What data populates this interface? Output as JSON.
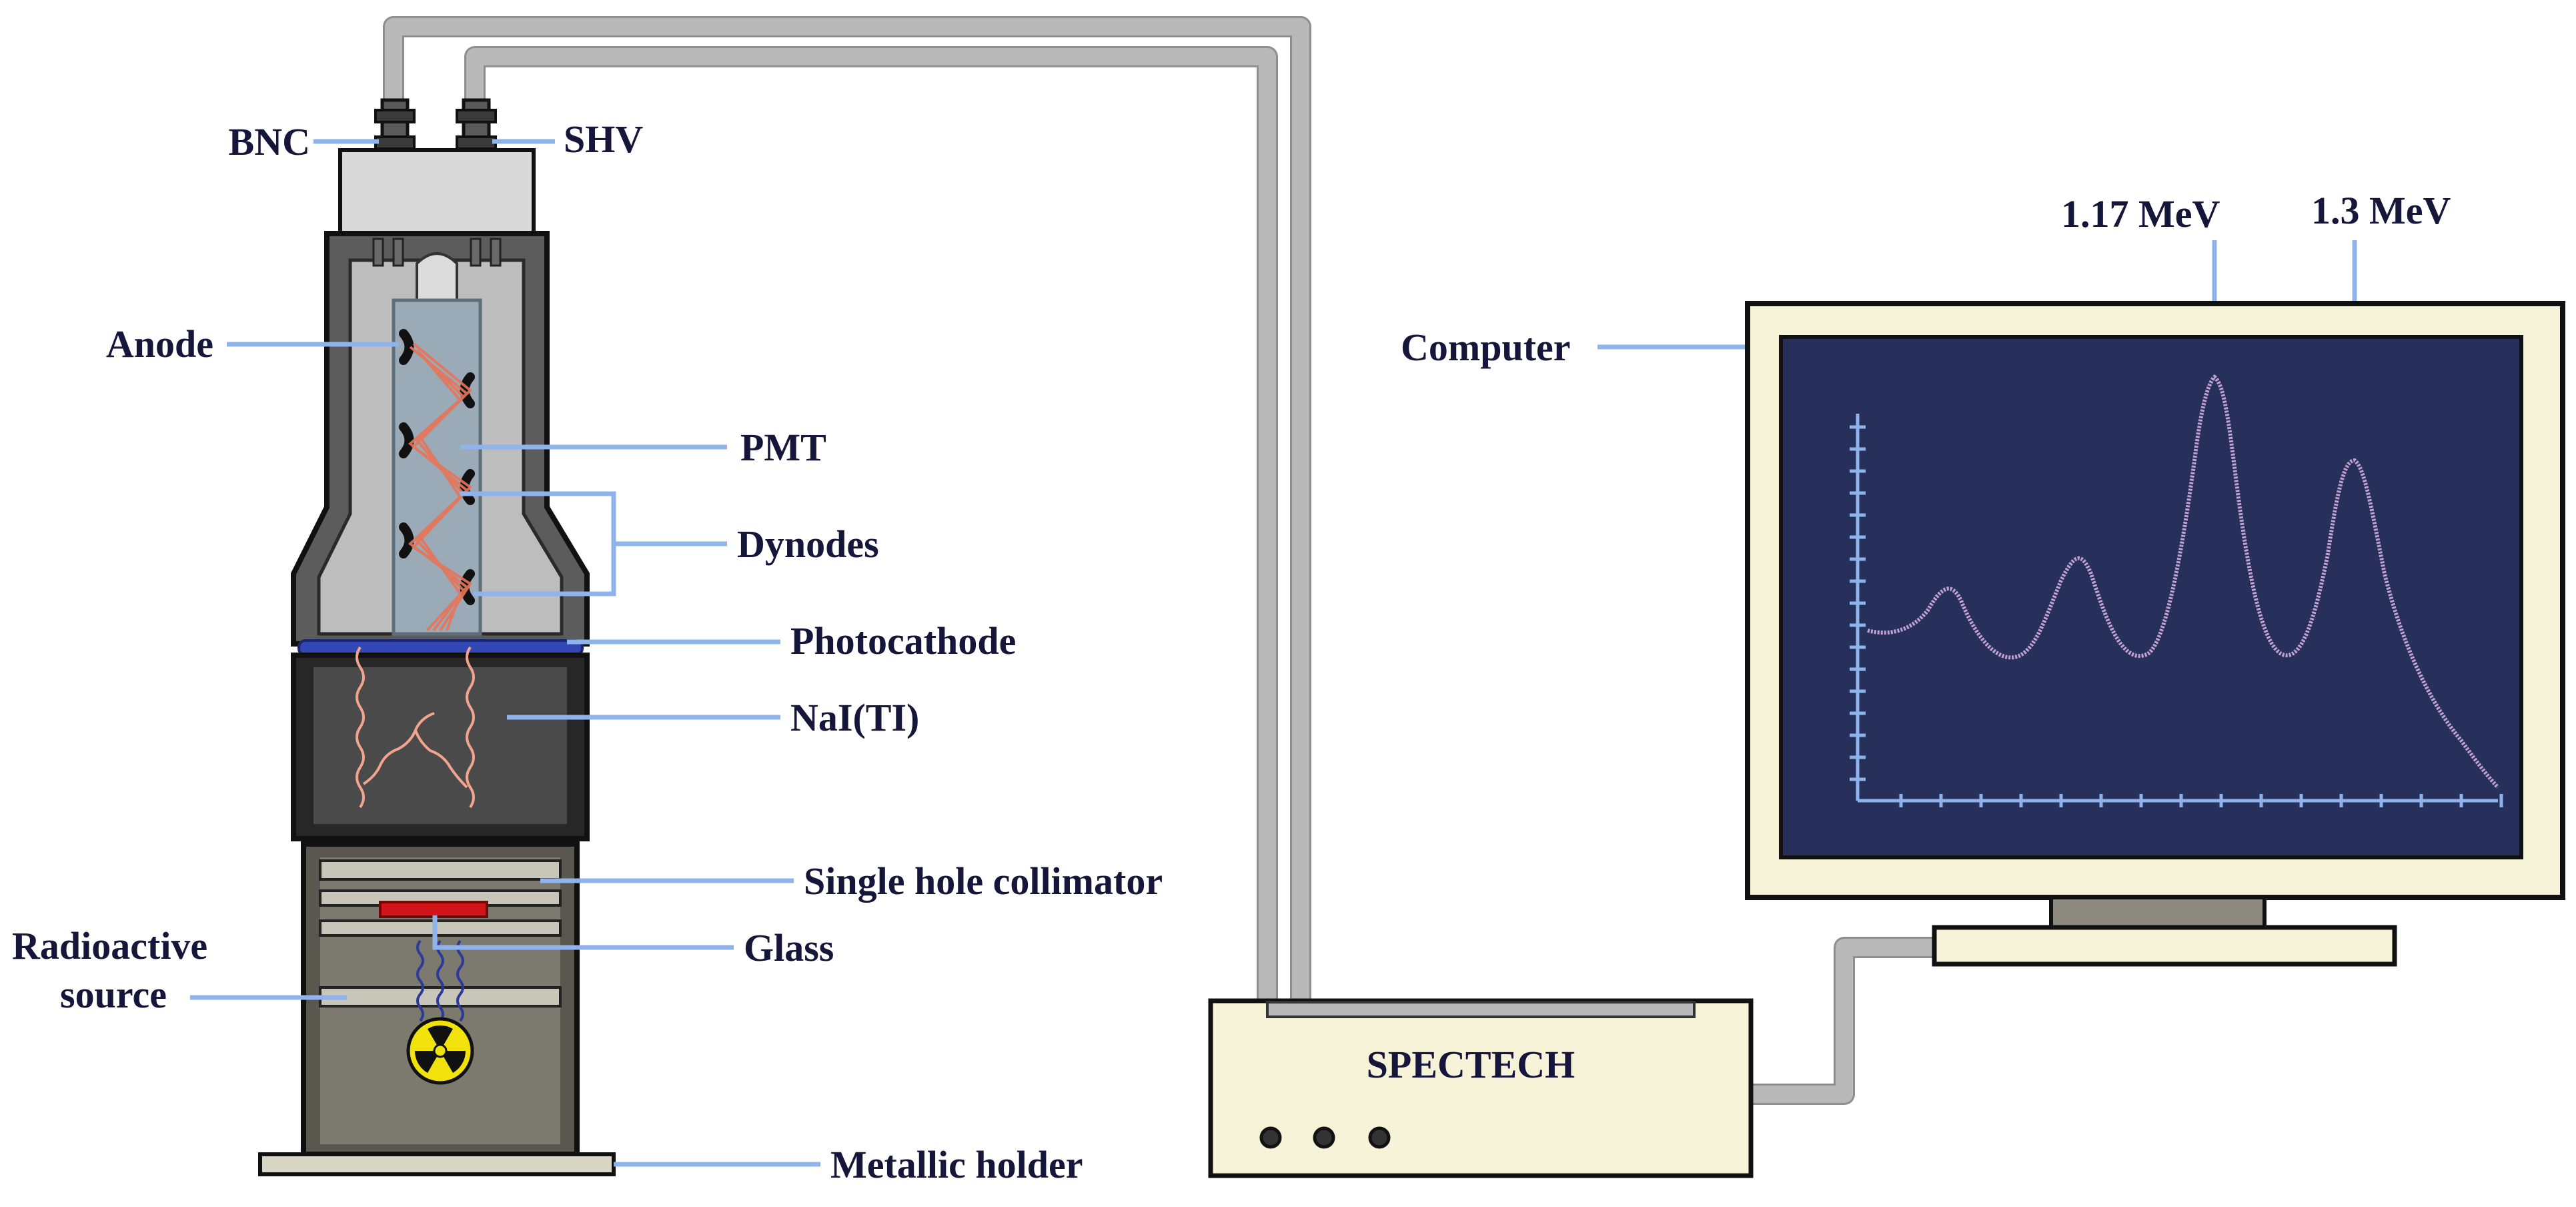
{
  "labels": {
    "bnc": "BNC",
    "shv": "SHV",
    "anode": "Anode",
    "pmt": "PMT",
    "dynodes": "Dynodes",
    "photocathode": "Photocathode",
    "nai": "NaI(TI)",
    "collimator": "Single hole collimator",
    "glass": "Glass",
    "source_line1": "Radioactive",
    "source_line2": "source",
    "holder": "Metallic holder",
    "computer": "Computer",
    "peak1": "1.17 MeV",
    "peak2": "1.3 MeV",
    "analyzer": "SPECTECH"
  },
  "colors": {
    "leader_line": "#8fb4ec",
    "cable": "#b9b9b9",
    "monitor_screen": "#26305a",
    "monitor_frame": "#f7f3d8",
    "spectrum_trace": "#c9a8d6",
    "photocathode": "#3348b5",
    "scintillator": "#3a3a3a",
    "electron_path": "#e8745a",
    "radiation_symbol": "#f2e20c"
  },
  "icons": {
    "source": "radiation-trefoil-icon",
    "buttons": "knob-icon"
  },
  "spectrum": {
    "peaks_labeled": [
      "1.17 MeV",
      "1.3 MeV"
    ]
  }
}
